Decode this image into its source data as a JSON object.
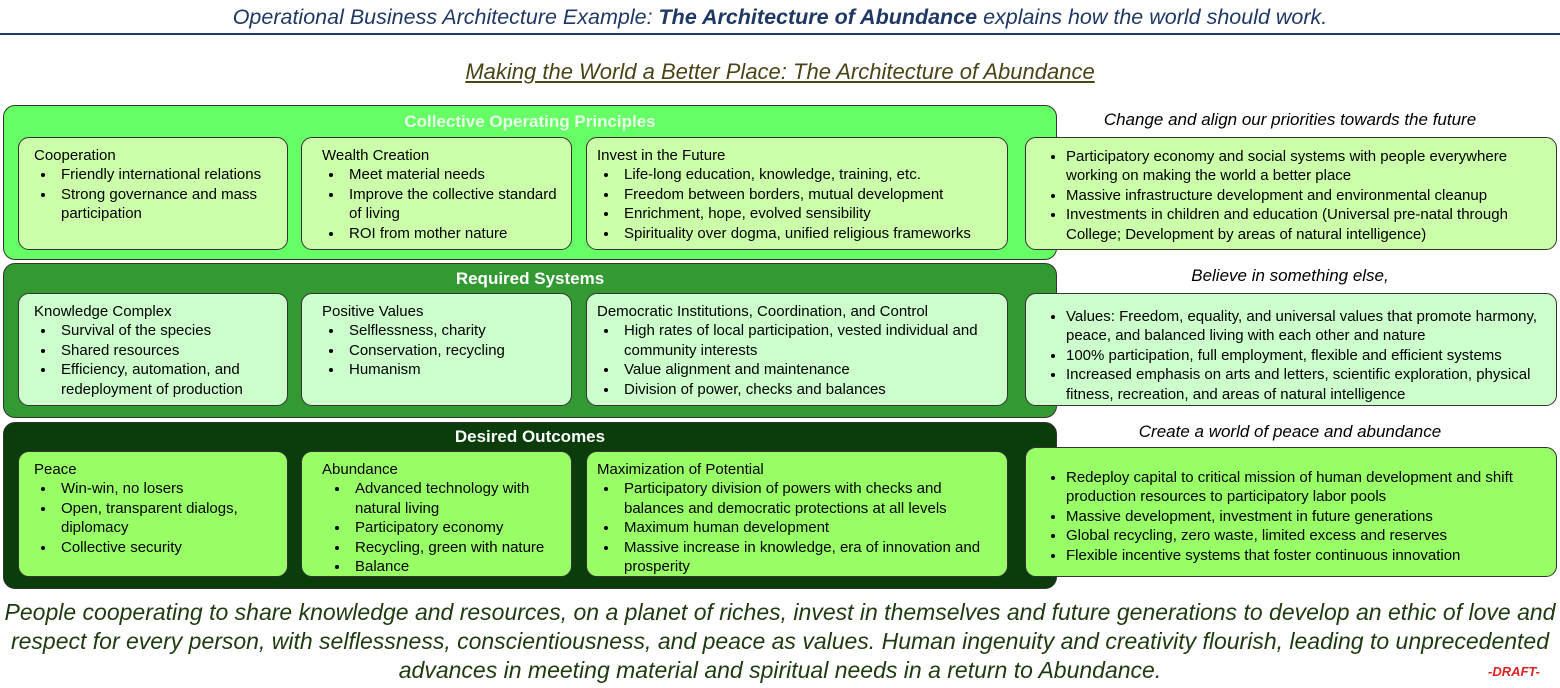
{
  "header": {
    "prefix": "Operational Business Architecture Example:",
    "bold": "The Architecture of Abundance",
    "suffix": "explains how the world should work."
  },
  "subtitle": "Making the World a Better Place: The Architecture of Abundance",
  "bands": [
    {
      "title": "Collective Operating Principles",
      "cards": [
        {
          "title": "Cooperation",
          "items": [
            "Friendly international relations",
            "Strong governance and mass participation"
          ]
        },
        {
          "title": "Wealth Creation",
          "items": [
            "Meet material needs",
            "Improve the collective standard of living",
            "ROI from mother nature"
          ]
        },
        {
          "title": "Invest in the Future",
          "items": [
            "Life-long education, knowledge, training, etc.",
            "Freedom between borders, mutual development",
            "Enrichment, hope, evolved sensibility",
            "Spirituality over dogma, unified religious frameworks"
          ]
        }
      ],
      "right_heading": "Change and align our priorities towards the future",
      "right_items": [
        "Participatory economy and social systems with people everywhere working on making the world a better place",
        "Massive infrastructure development and environmental cleanup",
        "Investments in children and education (Universal pre-natal through College; Development by areas of natural intelligence)"
      ]
    },
    {
      "title": "Required Systems",
      "cards": [
        {
          "title": "Knowledge Complex",
          "items": [
            "Survival of the species",
            "Shared resources",
            "Efficiency, automation, and redeployment of production"
          ]
        },
        {
          "title": "Positive Values",
          "items": [
            "Selflessness, charity",
            "Conservation, recycling",
            "Humanism"
          ]
        },
        {
          "title": "Democratic Institutions, Coordination, and Control",
          "items": [
            "High rates of local participation, vested individual and community interests",
            "Value alignment and maintenance",
            "Division of power, checks and balances"
          ]
        }
      ],
      "right_heading": "Believe in something else,",
      "right_items": [
        "Values: Freedom, equality, and universal values that promote harmony, peace, and balanced living with each other and nature",
        "100% participation, full employment, flexible and efficient systems",
        "Increased emphasis on arts and letters, scientific exploration, physical fitness, recreation, and areas of natural intelligence"
      ]
    },
    {
      "title": "Desired Outcomes",
      "cards": [
        {
          "title": "Peace",
          "items": [
            "Win-win, no losers",
            "Open, transparent dialogs, diplomacy",
            "Collective security"
          ]
        },
        {
          "title": "Abundance",
          "items": [
            "Advanced technology with natural living",
            "Participatory economy",
            "Recycling, green with nature",
            "Balance"
          ]
        },
        {
          "title": "Maximization of Potential",
          "items": [
            "Participatory division of powers with checks and balances and democratic protections at all levels",
            "Maximum human development",
            "Massive increase in knowledge, era of innovation and prosperity"
          ]
        }
      ],
      "right_heading": "Create a world of peace and abundance",
      "right_items": [
        "Redeploy capital to critical mission of human development and shift production resources to participatory labor pools",
        "Massive development, investment in future generations",
        "Global recycling, zero waste, limited excess and reserves",
        "Flexible incentive systems that foster continuous innovation"
      ]
    }
  ],
  "footer": "People cooperating to share knowledge and resources, on a planet of riches, invest in themselves and future generations to develop an ethic of love and respect for every person, with selflessness, conscientiousness, and peace as values. Human ingenuity and creativity flourish, leading to unprecedented advances in meeting material and spiritual needs in a return to Abundance.",
  "draft_label": "-DRAFT-",
  "colors": {
    "band1_bg": "#66ff66",
    "band1_title": "#e8ffe8",
    "band2_bg": "#339933",
    "band3_bg": "#0a3d0a",
    "band_title_light": "#ffffff",
    "card1_bg": "#ccffaa",
    "card2_bg": "#ccffcc",
    "card3_bg": "#99ff66",
    "header_blue": "#1f3864",
    "draft_red": "#e02020"
  }
}
